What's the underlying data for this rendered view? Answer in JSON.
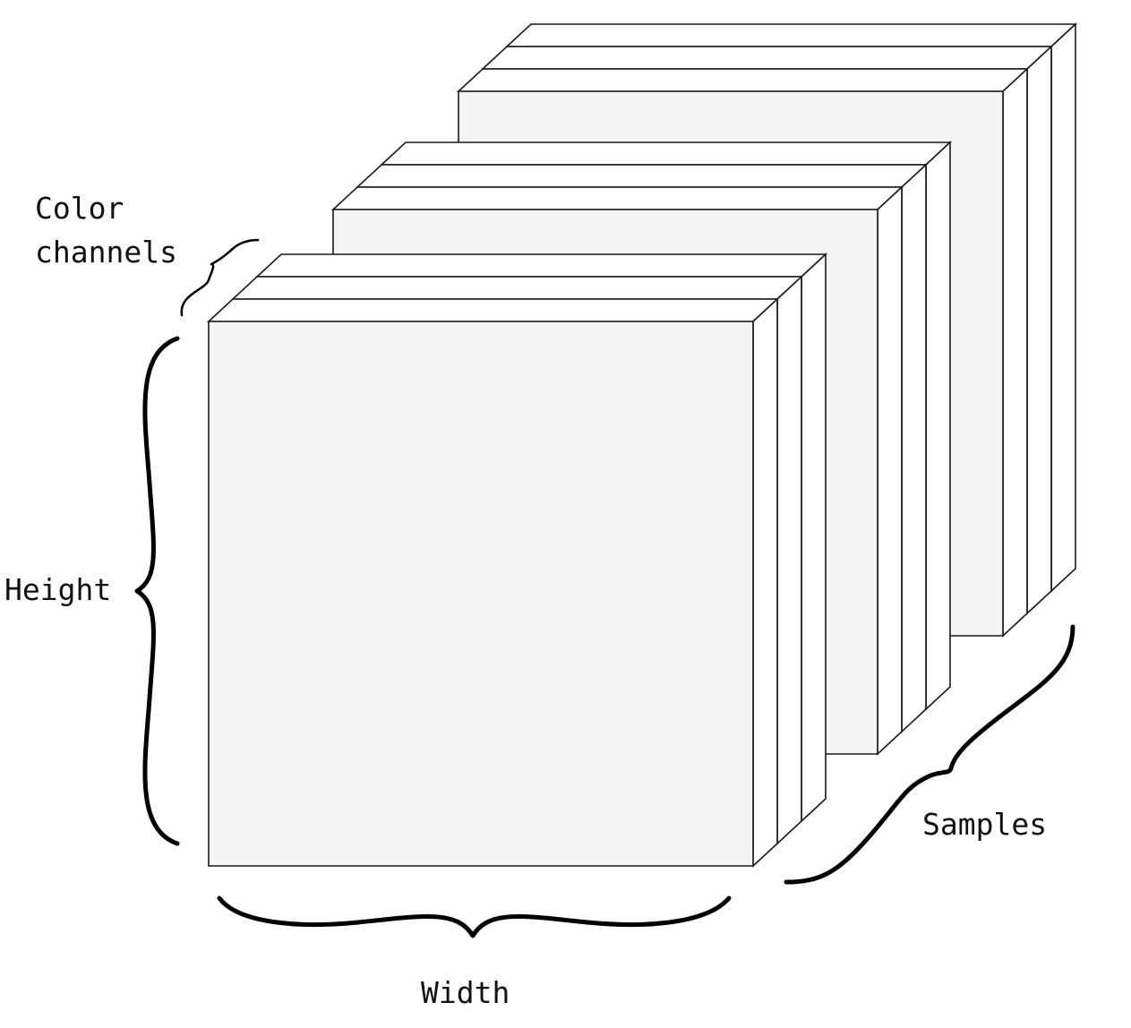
{
  "labels": {
    "color_channels_line1": "Color",
    "color_channels_line2": "channels",
    "height": "Height",
    "width": "Width",
    "samples": "Samples"
  },
  "diagram": {
    "samples_drawn": 3,
    "channels_per_sample": 3,
    "colors": {
      "face": "#f3f4f4",
      "edge": "#1a1a1a",
      "brace": "#000000"
    }
  }
}
